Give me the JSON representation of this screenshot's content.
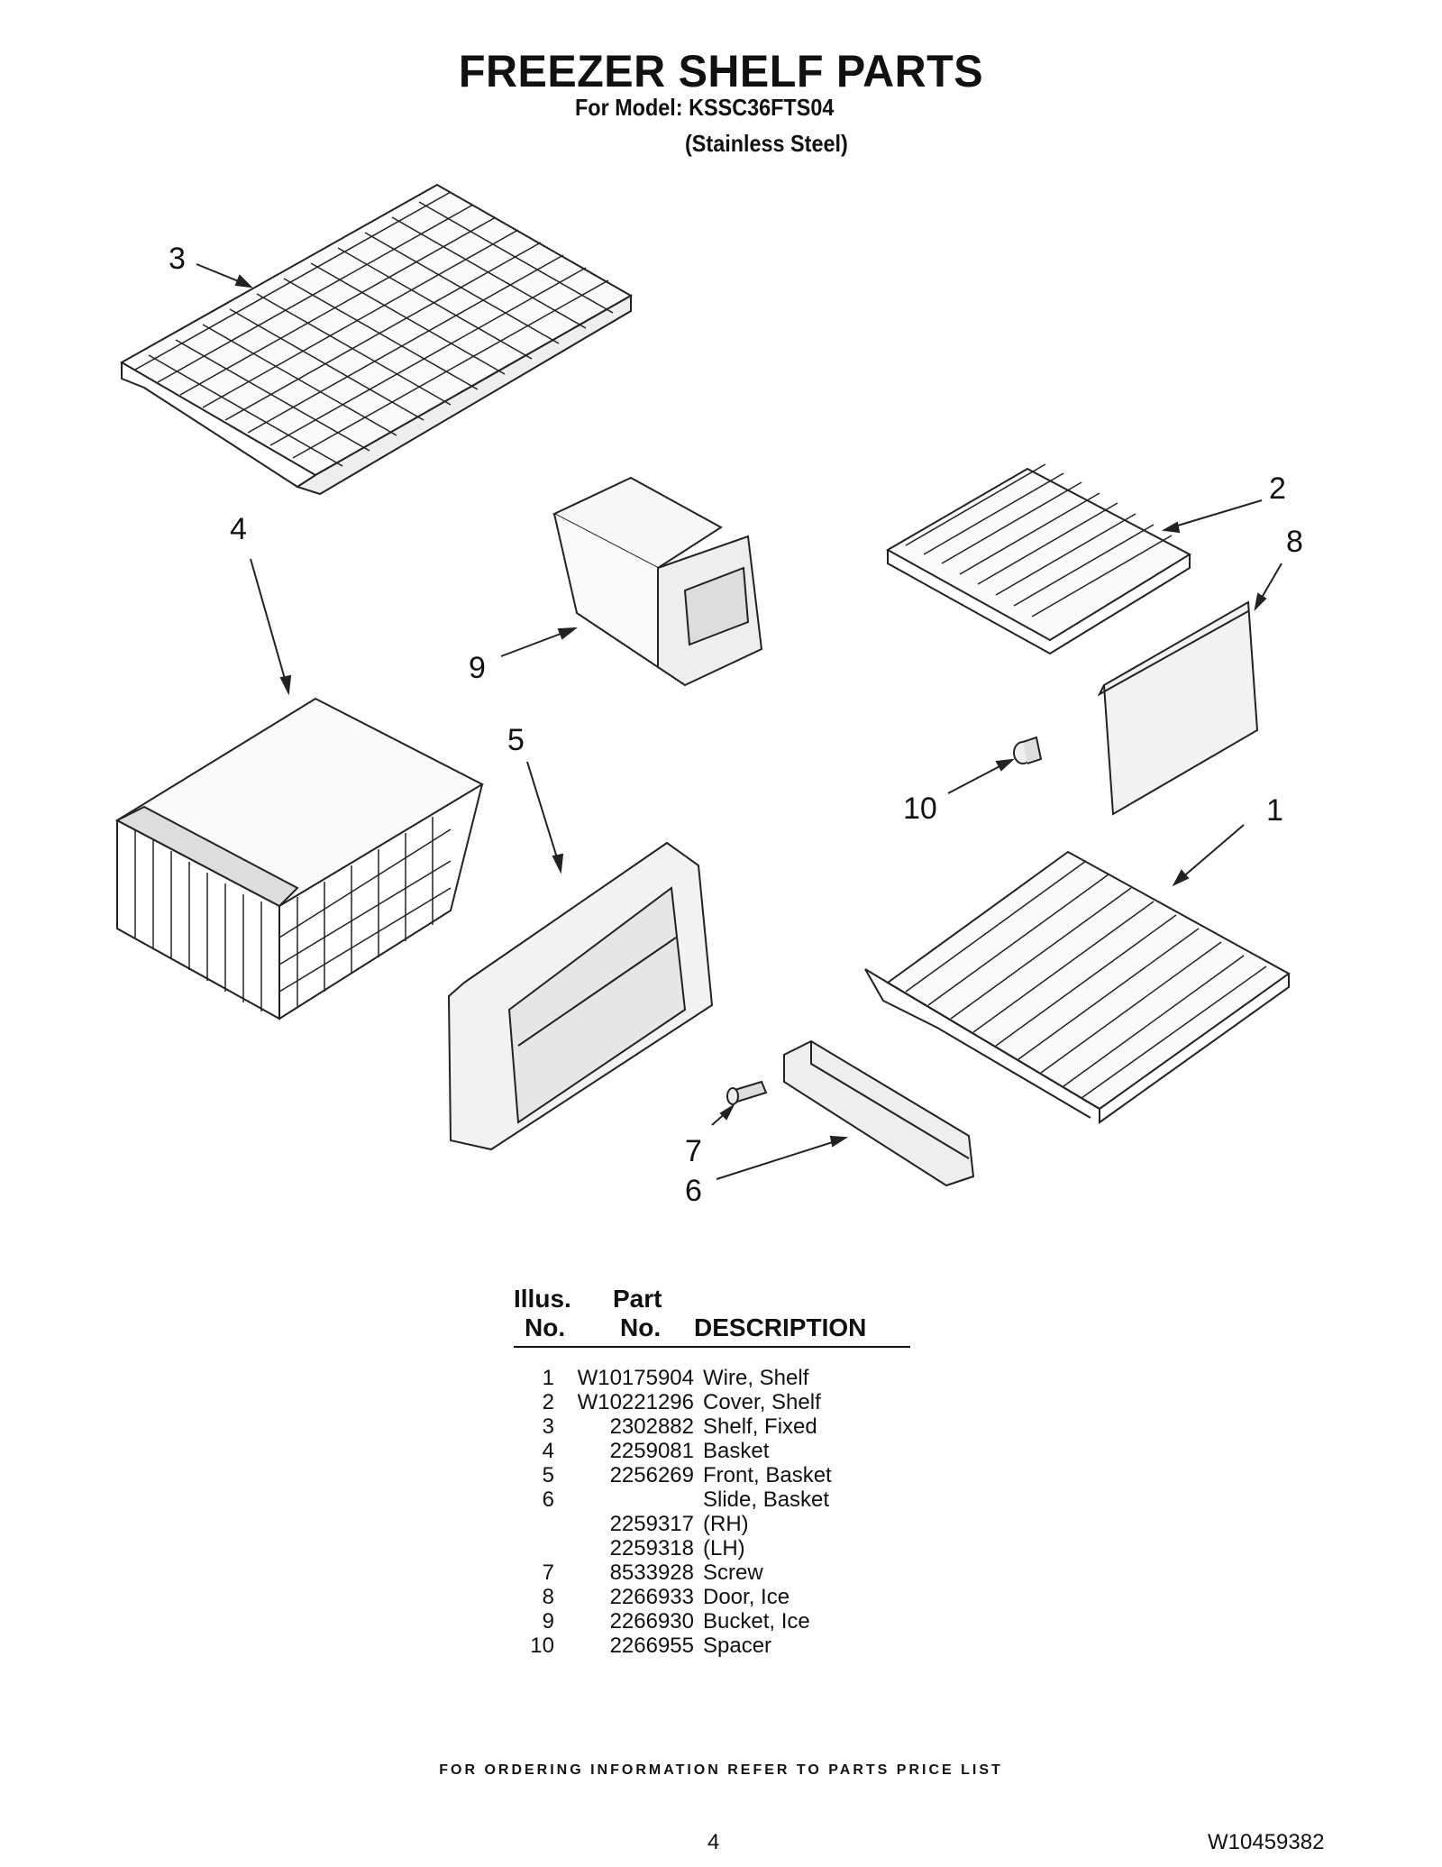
{
  "header": {
    "title": "FREEZER SHELF PARTS",
    "model_line": "For Model: KSSC36FTS04",
    "finish_line": "(Stainless Steel)"
  },
  "diagram": {
    "callouts": [
      "1",
      "2",
      "3",
      "4",
      "5",
      "6",
      "7",
      "8",
      "9",
      "10"
    ]
  },
  "parts_table": {
    "headers": {
      "illus_top": "Illus.",
      "illus_bottom": "No.",
      "part_top": "Part",
      "part_bottom": "No.",
      "description": "DESCRIPTION"
    },
    "rows": [
      {
        "illus": "1",
        "part": "W10175904",
        "description": "Wire, Shelf"
      },
      {
        "illus": "2",
        "part": "W10221296",
        "description": "Cover, Shelf"
      },
      {
        "illus": "3",
        "part": "2302882",
        "description": "Shelf, Fixed"
      },
      {
        "illus": "4",
        "part": "2259081",
        "description": "Basket"
      },
      {
        "illus": "5",
        "part": "2256269",
        "description": "Front, Basket"
      },
      {
        "illus": "6",
        "part": "",
        "description": "Slide, Basket"
      },
      {
        "illus": "",
        "part": "2259317",
        "description": "(RH)"
      },
      {
        "illus": "",
        "part": "2259318",
        "description": "(LH)"
      },
      {
        "illus": "7",
        "part": "8533928",
        "description": "Screw"
      },
      {
        "illus": "8",
        "part": "2266933",
        "description": "Door, Ice"
      },
      {
        "illus": "9",
        "part": "2266930",
        "description": "Bucket, Ice"
      },
      {
        "illus": "10",
        "part": "2266955",
        "description": "Spacer"
      }
    ]
  },
  "footer": {
    "ordering_note": "FOR ORDERING INFORMATION REFER TO PARTS PRICE LIST",
    "page_number": "4",
    "document_number": "W10459382"
  }
}
